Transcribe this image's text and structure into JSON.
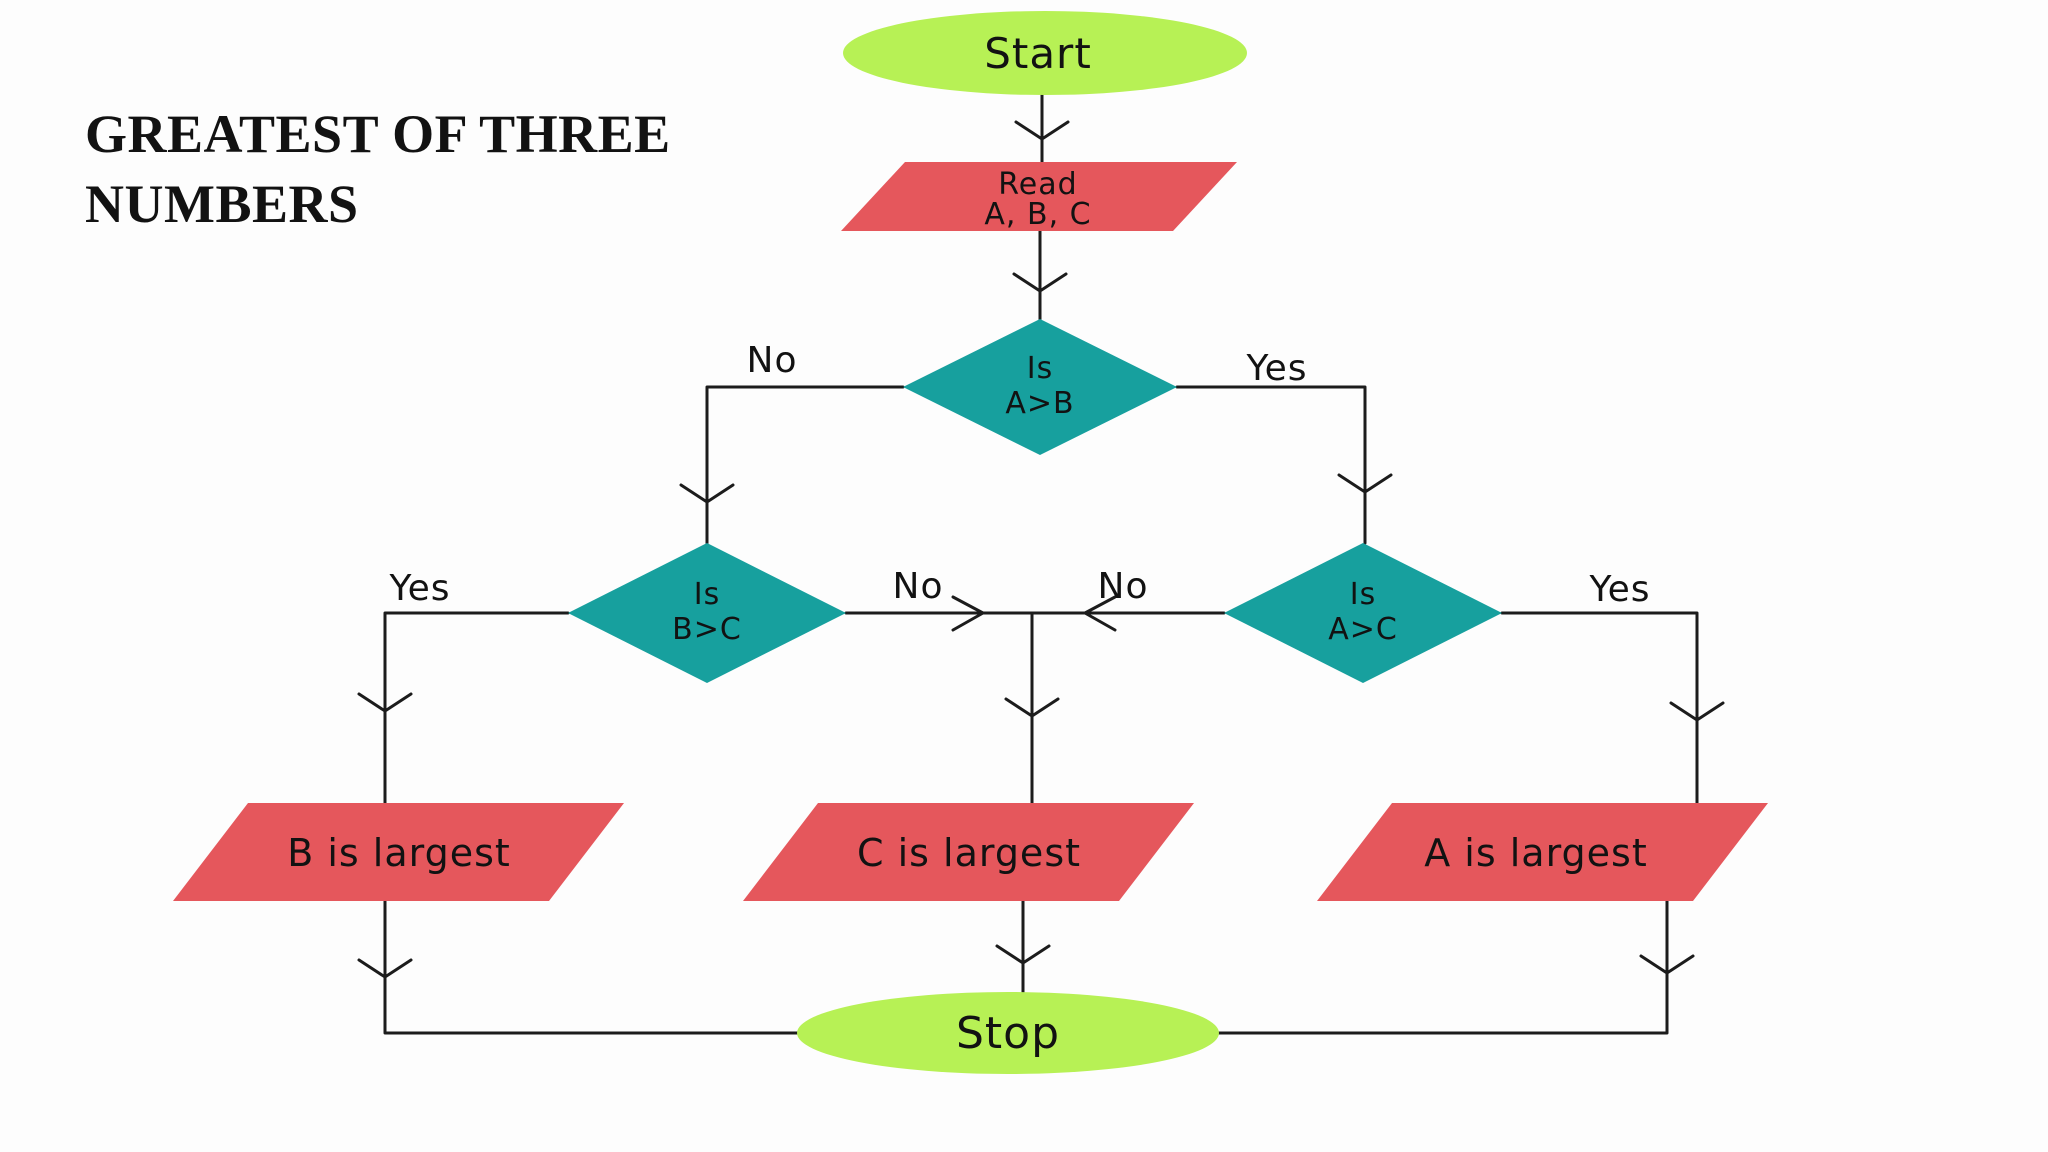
{
  "title": {
    "line1": "GREATEST OF THREE",
    "line2": "NUMBERS"
  },
  "colors": {
    "background": "#fdfdfd",
    "terminator_fill": "#b7f155",
    "io_fill": "#e5575c",
    "decision_fill": "#17a09e",
    "line": "#1c1c1c",
    "text": "#121212"
  },
  "flowchart": {
    "nodes": {
      "start": {
        "type": "terminator",
        "label": "Start"
      },
      "read": {
        "type": "input",
        "label_line1": "Read",
        "label_line2": "A, B, C"
      },
      "is_a_gt_b": {
        "type": "decision",
        "label_line1": "Is",
        "label_line2": "A>B"
      },
      "is_b_gt_c": {
        "type": "decision",
        "label_line1": "Is",
        "label_line2": "B>C"
      },
      "is_a_gt_c": {
        "type": "decision",
        "label_line1": "Is",
        "label_line2": "A>C"
      },
      "b_largest": {
        "type": "output",
        "label": "B is largest"
      },
      "c_largest": {
        "type": "output",
        "label": "C is largest"
      },
      "a_largest": {
        "type": "output",
        "label": "A is largest"
      },
      "stop": {
        "type": "terminator",
        "label": "Stop"
      }
    },
    "edge_labels": {
      "a_gt_b_no": "No",
      "a_gt_b_yes": "Yes",
      "b_gt_c_yes": "Yes",
      "b_gt_c_no": "No",
      "a_gt_c_no": "No",
      "a_gt_c_yes": "Yes"
    }
  }
}
